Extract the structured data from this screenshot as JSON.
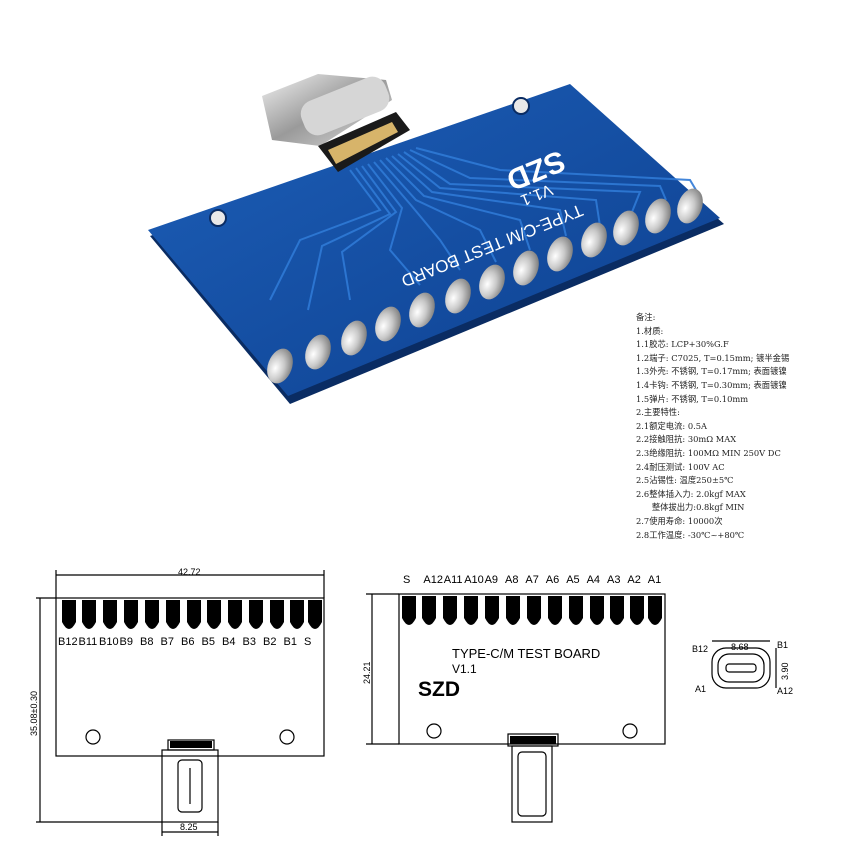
{
  "photo": {
    "board_logo": "SZD",
    "board_version": "V1.1",
    "board_title": "TYPE-C/M TEST BOARD"
  },
  "notes": {
    "lines": [
      "备注:",
      "1.材质:",
      "1.1胶芯: LCP+30%G.F",
      "1.2端子: C7025, T=0.15mm; 镀半金锡",
      "1.3外壳: 不锈钢, T=0.17mm; 表面镀镍",
      "1.4卡钩: 不锈钢, T=0.30mm; 表面镀镍",
      "1.5弹片: 不锈钢, T=0.10mm",
      "2.主要特性:",
      "2.1额定电流: 0.5A",
      "2.2接触阻抗: 30mΩ MAX",
      "2.3绝缘阻抗: 100MΩ MIN 250V DC",
      "2.4耐压测试: 100V AC",
      "2.5沾锡性: 温度250±5℃",
      "2.6整体插入力: 2.0kgf MAX",
      "      整体拔出力:0.8kgf MIN",
      "2.7使用寿命: 10000次",
      "2.8工作温度: -30℃~+80℃"
    ]
  },
  "left_view": {
    "width_dim": "42.72",
    "height_dim": "35.08±0.30",
    "connector_dim": "8.25",
    "pin_labels": [
      "B12",
      "B11",
      "B10",
      "B9",
      "B8",
      "B7",
      "B6",
      "B5",
      "B4",
      "B3",
      "B2",
      "B1",
      "S"
    ]
  },
  "right_view": {
    "height_dim": "24.21",
    "pin_labels": [
      "S",
      "A12",
      "A11",
      "A10",
      "A9",
      "A8",
      "A7",
      "A6",
      "A5",
      "A4",
      "A3",
      "A2",
      "A1"
    ],
    "board_title": "TYPE-C/M TEST BOARD",
    "board_version": "V1.1",
    "board_logo": "SZD"
  },
  "connector_view": {
    "width_dim": "8.68",
    "height_dim": "3.90",
    "label_b12": "B12",
    "label_b1": "B1",
    "label_a1": "A1",
    "label_a12": "A12"
  }
}
